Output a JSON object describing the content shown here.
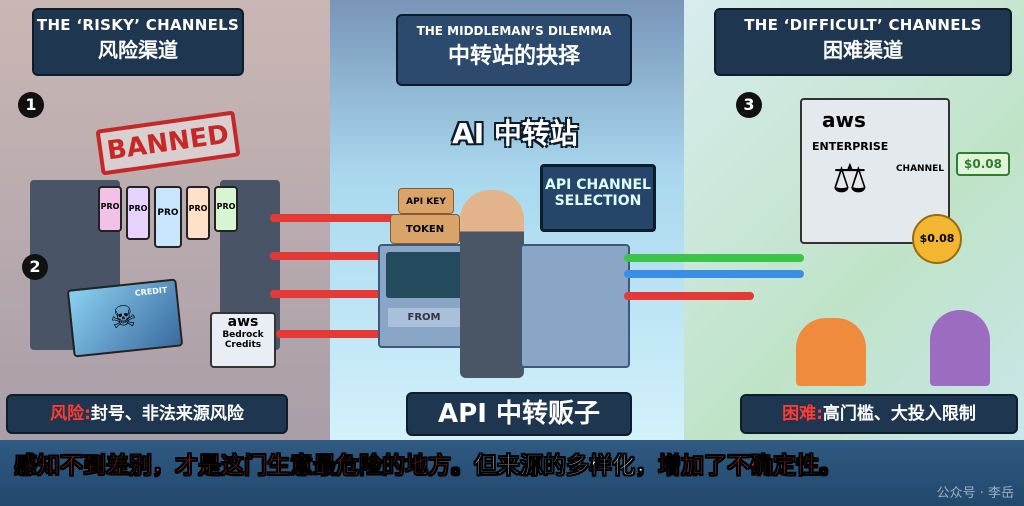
{
  "left": {
    "title_en": "THE ‘RISKY’ CHANNELS",
    "title_zh": "风险渠道",
    "badge_1": "1",
    "badge_2": "2",
    "banned": "BANNED",
    "phone_label": "PRO",
    "card_label": "CREDIT",
    "aws": "aws",
    "bedrock": "Bedrock Credits",
    "risk_prefix": "风险:",
    "risk_text": "封号、非法来源风险"
  },
  "center": {
    "title_en": "THE MIDDLEMAN’S DILEMMA",
    "title_zh": "中转站的抉择",
    "station": "AI 中转站",
    "box_api_key": "API KEY",
    "box_token": "TOKEN",
    "from": "FROM",
    "screen": "API CHANNEL SELECTION",
    "footer": "API 中转贩子"
  },
  "right": {
    "title_en": "THE ‘DIFFICULT’ CHANNELS",
    "title_zh": "困难渠道",
    "badge_3": "3",
    "aws": "aws",
    "enterprise": "ENTERPRISE",
    "channel": "CHANNEL",
    "price1": "$0.08",
    "price2": "$0.08",
    "diff_prefix": "困难:",
    "diff_text": "高门槛、大投入限制"
  },
  "caption": {
    "part1": "感知不到差别，才是这门生意最危险的地方。",
    "part2": "但来源的多样化，",
    "part3": "增加了不确定性。"
  },
  "watermark": "公众号 · 李岳",
  "colors": {
    "risk": "#ff3b30",
    "panel": "#1f3650",
    "green": "#3cc34a",
    "blue": "#3a8ee6"
  }
}
